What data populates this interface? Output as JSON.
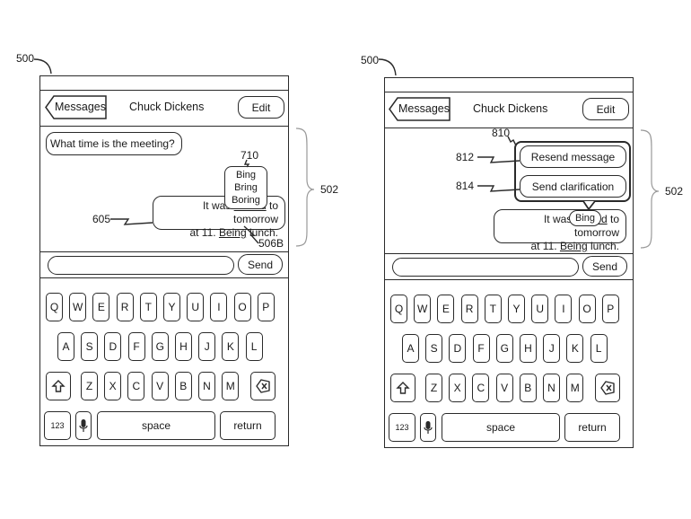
{
  "figures": [
    {
      "device_ref": "500",
      "screen_ref": "502",
      "nav": {
        "back_label": "Messages",
        "title": "Chuck Dickens",
        "edit_label": "Edit"
      },
      "messages": {
        "incoming": "What time is the meeting?",
        "outgoing_line1_pre": "It was ",
        "outgoing_word1": "moved",
        "outgoing_line1_post": " to tomorrow",
        "outgoing_line2_pre": "at 11. ",
        "outgoing_word2": "Being",
        "outgoing_line2_post": " lunch."
      },
      "outgoing_ref": "605",
      "word_ref": "506B",
      "popup_ref": "710",
      "suggestions": [
        "Bing",
        "Bring",
        "Boring"
      ],
      "composer": {
        "input_value": "",
        "send_label": "Send"
      }
    },
    {
      "device_ref": "500",
      "screen_ref": "502",
      "nav": {
        "back_label": "Messages",
        "title": "Chuck Dickens",
        "edit_label": "Edit"
      },
      "messages": {
        "outgoing_line1_pre": "It was ",
        "outgoing_word1": "moved",
        "outgoing_line1_post": " to tomorrow",
        "outgoing_line2_pre": "at 11. ",
        "outgoing_word2": "Being",
        "outgoing_line2_post": " lunch."
      },
      "menu_ref": "810",
      "actions": [
        {
          "label": "Resend message",
          "ref": "812"
        },
        {
          "label": "Send clarification",
          "ref": "814"
        }
      ],
      "selected_suggestion": "Bing",
      "composer": {
        "input_value": "",
        "send_label": "Send"
      }
    }
  ],
  "keyboard": {
    "row1": [
      "Q",
      "W",
      "E",
      "R",
      "T",
      "Y",
      "U",
      "I",
      "O",
      "P"
    ],
    "row2": [
      "A",
      "S",
      "D",
      "F",
      "G",
      "H",
      "J",
      "K",
      "L"
    ],
    "row3": [
      "Z",
      "X",
      "C",
      "V",
      "B",
      "N",
      "M"
    ],
    "numbers_label": "123",
    "space_label": "space",
    "return_label": "return",
    "shift_icon": "shift-arrow-icon",
    "delete_icon": "delete-icon",
    "mic_icon": "microphone-icon"
  }
}
